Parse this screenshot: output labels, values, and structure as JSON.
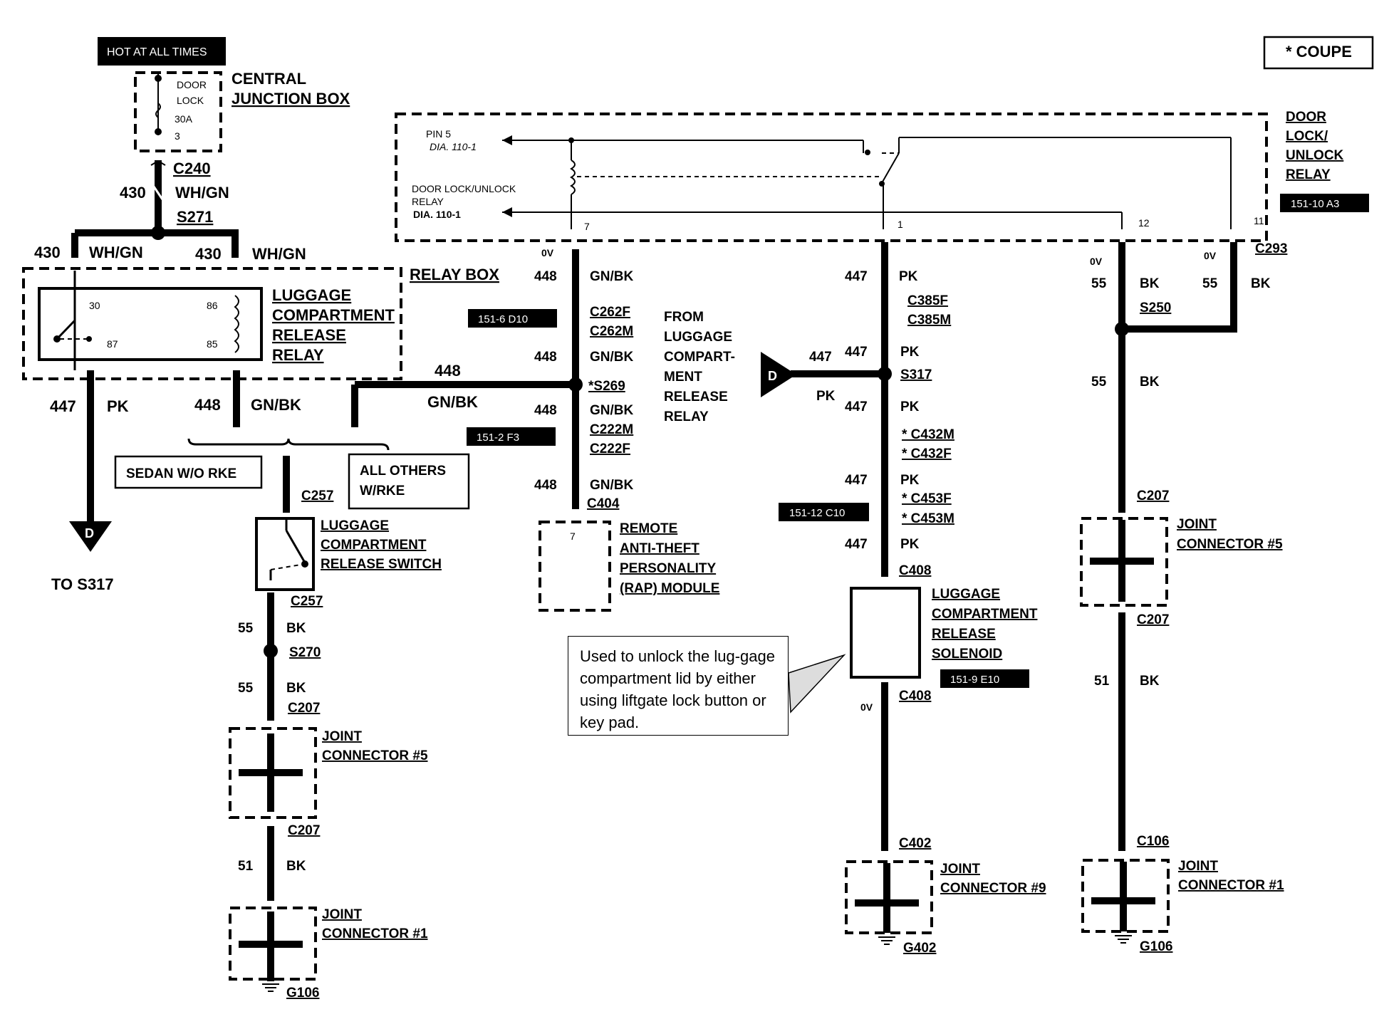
{
  "power": {
    "label": "HOT AT ALL TIMES"
  },
  "legend": {
    "coupe": "* COUPE"
  },
  "cjb": {
    "title_lines": [
      "CENTRAL",
      "JUNCTION BOX"
    ],
    "fuse_lines": [
      "DOOR",
      "LOCK",
      "30A",
      "3"
    ]
  },
  "top_feed": {
    "connector": "C240",
    "circuit": "430",
    "color": "WH/GN",
    "splice": "S271"
  },
  "relay_box": {
    "label": "RELAY BOX",
    "feed_left": {
      "circuit": "430",
      "color": "WH/GN"
    },
    "feed_right": {
      "circuit": "430",
      "color": "WH/GN"
    },
    "relay_lines": [
      "LUGGAGE",
      "COMPARTMENT",
      "RELEASE",
      "RELAY"
    ],
    "pins": [
      "30",
      "86",
      "87",
      "85"
    ],
    "out_left": {
      "circuit": "447",
      "color": "PK"
    },
    "out_right": {
      "circuit": "448",
      "color": "GN/BK"
    }
  },
  "branch": {
    "left": "SEDAN W/O RKE",
    "right_lines": [
      "ALL OTHERS",
      "W/RKE"
    ]
  },
  "to_s317": {
    "letter": "D",
    "label": "TO S317"
  },
  "switch_chain": {
    "conn_top": "C257",
    "switch_lines": [
      "LUGGAGE",
      "COMPARTMENT",
      "RELEASE SWITCH"
    ],
    "conn_bottom": "C257",
    "w1": {
      "circuit": "55",
      "color": "BK"
    },
    "splice": "S270",
    "w2": {
      "circuit": "55",
      "color": "BK"
    },
    "c207a": "C207",
    "joint5_lines": [
      "JOINT",
      "CONNECTOR #5"
    ],
    "c207b": "C207",
    "w3": {
      "circuit": "51",
      "color": "BK"
    },
    "joint1_lines": [
      "JOINT",
      "CONNECTOR #1"
    ],
    "ground": "G106"
  },
  "door_lock_relay": {
    "title_lines": [
      "DOOR",
      "LOCK/",
      "UNLOCK",
      "RELAY"
    ],
    "ref": "151-10 A3",
    "pin5_lines": [
      "PIN 5",
      "DIA. 110-1"
    ],
    "dlr_lines": [
      "DOOR LOCK/UNLOCK",
      "RELAY",
      "DIA. 110-1"
    ],
    "pins": [
      "7",
      "1",
      "12",
      "11"
    ],
    "connector": "C293"
  },
  "rap_chain": {
    "voltage": "0V",
    "w1": {
      "circuit": "448",
      "color": "GN/BK"
    },
    "ref1": "151-6 D10",
    "c262": [
      "C262F",
      "C262M"
    ],
    "w2": {
      "circuit": "448",
      "color": "GN/BK"
    },
    "splice": "*S269",
    "jumper": {
      "circuit": "448",
      "color": "GN/BK"
    },
    "w3": {
      "circuit": "448",
      "color": "GN/BK"
    },
    "c222": [
      "C222M",
      "C222F"
    ],
    "ref2": "151-2 F3",
    "w4": {
      "circuit": "448",
      "color": "GN/BK"
    },
    "c404": "C404",
    "from_lines": [
      "FROM",
      "LUGGAGE",
      "COMPART-",
      "MENT",
      "RELEASE",
      "RELAY"
    ],
    "rap_pin": "7",
    "rap_lines": [
      "REMOTE",
      "ANTI-THEFT",
      "PERSONALITY",
      "(RAP) MODULE"
    ]
  },
  "solenoid_chain": {
    "w1": {
      "circuit": "447",
      "color": "PK"
    },
    "c385": [
      "C385F",
      "C385M"
    ],
    "d_in": {
      "letter": "D",
      "circuit": "447",
      "color": "PK"
    },
    "w2": {
      "circuit": "447",
      "color": "PK"
    },
    "splice": "S317",
    "w3": {
      "circuit": "447",
      "color": "PK"
    },
    "c432": [
      "* C432M",
      "* C432F"
    ],
    "w4": {
      "circuit": "447",
      "color": "PK"
    },
    "c453": [
      "* C453F",
      "* C453M"
    ],
    "ref": "151-12 C10",
    "w5": {
      "circuit": "447",
      "color": "PK"
    },
    "c408a": "C408",
    "sol_lines": [
      "LUGGAGE",
      "COMPARTMENT",
      "RELEASE",
      "SOLENOID"
    ],
    "sol_ref": "151-9 E10",
    "voltage": "0V",
    "c408b": "C408",
    "c402": "C402",
    "joint9_lines": [
      "JOINT",
      "CONNECTOR #9"
    ],
    "ground": "G402"
  },
  "right_chain": {
    "volt1": "0V",
    "volt2": "0V",
    "w1": {
      "circuit": "55",
      "color": "BK"
    },
    "w1b": {
      "circuit": "55",
      "color": "BK"
    },
    "splice": "S250",
    "w2": {
      "circuit": "55",
      "color": "BK"
    },
    "c207a": "C207",
    "joint5_lines": [
      "JOINT",
      "CONNECTOR #5"
    ],
    "c207b": "C207",
    "w3": {
      "circuit": "51",
      "color": "BK"
    },
    "c106": "C106",
    "joint1_lines": [
      "JOINT",
      "CONNECTOR #1"
    ],
    "ground": "G106"
  },
  "callout": {
    "text": "Used to unlock the lug-gage compartment lid by either using liftgate lock button or key pad."
  }
}
